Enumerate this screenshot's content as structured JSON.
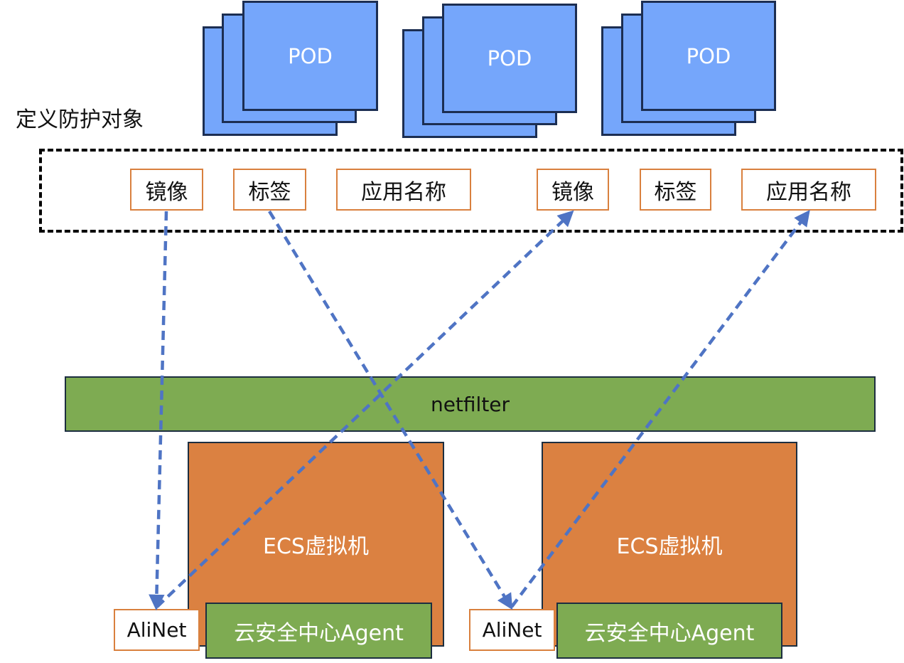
{
  "title": "定义防护对象",
  "pods": [
    {
      "label": "POD"
    },
    {
      "label": "POD"
    },
    {
      "label": "POD"
    }
  ],
  "tags": [
    {
      "label": "镜像"
    },
    {
      "label": "标签"
    },
    {
      "label": "应用名称"
    },
    {
      "label": "镜像"
    },
    {
      "label": "标签"
    },
    {
      "label": "应用名称"
    }
  ],
  "netfilter": {
    "label": "netfilter"
  },
  "hosts": [
    {
      "ecs_label": "ECS虚拟机",
      "alinet_label": "AliNet",
      "agent_label": "云安全中心Agent"
    },
    {
      "ecs_label": "ECS虚拟机",
      "alinet_label": "AliNet",
      "agent_label": "云安全中心Agent"
    }
  ],
  "colors": {
    "pod_fill": "#75a6fb",
    "pod_border": "#1c2e52",
    "tag_border": "#d9803e",
    "netfilter_fill": "#7eab52",
    "ecs_fill": "#db8141",
    "agent_fill": "#7eab52",
    "arrow": "#4f74c4"
  }
}
